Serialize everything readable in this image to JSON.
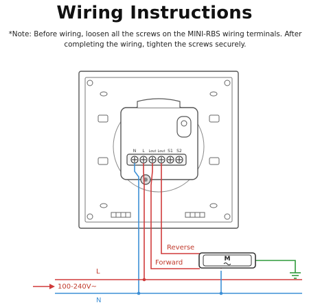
{
  "header": {
    "title": "Wiring Instructions",
    "note": "*Note: Before wiring, loosen all the screws on the MINI-RBS wiring terminals. After completing the wiring, tighten the screws securely."
  },
  "terminals": [
    "N",
    "L",
    "Lout",
    "Lout",
    "S1",
    "S2"
  ],
  "wiring": {
    "reverse_label": "Reverse",
    "forward_label": "Forward",
    "live_label": "L",
    "voltage_label": "100-240V~",
    "neutral_label": "N",
    "motor_label": "M"
  },
  "colors": {
    "live": "#d03a3a",
    "neutral": "#3b8fd6",
    "earth": "#2f9a3a",
    "outline": "#555555"
  }
}
